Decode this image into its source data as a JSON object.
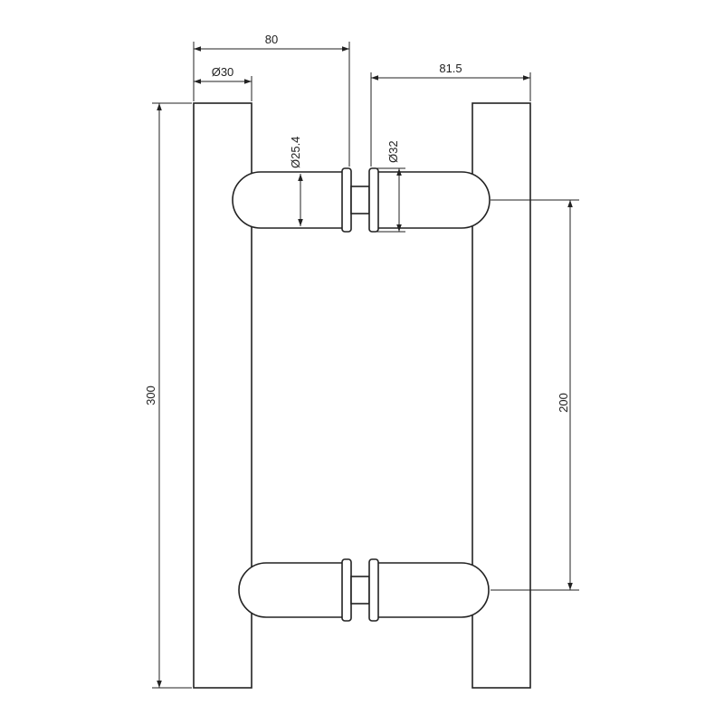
{
  "drawing": {
    "dimensions": {
      "overall_width": "80",
      "post_diameter": "Ø30",
      "right_offset": "81.5",
      "standoff_diameter": "Ø25.4",
      "collar_diameter": "Ø32",
      "overall_height": "300",
      "center_distance": "200"
    },
    "colors": {
      "line": "#222222",
      "background": "#ffffff"
    }
  }
}
